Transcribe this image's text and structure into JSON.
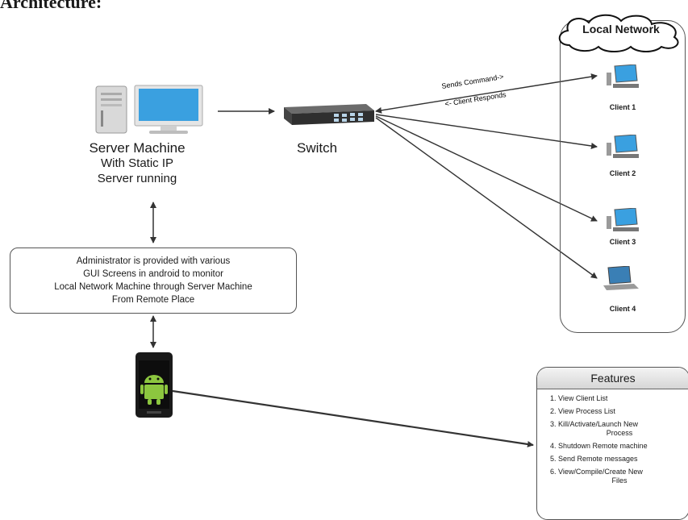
{
  "heading": "Architecture:",
  "server": {
    "title": "Server Machine",
    "line2": "With Static IP",
    "line3": "Server running"
  },
  "switch_label": "Switch",
  "admin_box": {
    "lines": [
      "Administrator is provided with various",
      "GUI Screens in android to monitor",
      "Local Network Machine through Server Machine",
      "From Remote Place"
    ]
  },
  "local_network": {
    "title": "Local Network",
    "clients": [
      "Client 1",
      "Client 2",
      "Client 3",
      "Client 4"
    ]
  },
  "arrows": {
    "sends": "Sends Command->",
    "responds": "<- Client Responds"
  },
  "features": {
    "title": "Features",
    "items": [
      "1. View Client List",
      "2. View Process List",
      "3. Kill/Activate/Launch New",
      "Process",
      "4. Shutdown Remote machine",
      "5. Send Remote messages",
      "6. View/Compile/Create New",
      "Files"
    ]
  },
  "colors": {
    "line": "#333333",
    "android_green": "#8cc63f",
    "monitor_blue": "#3aa0e0"
  }
}
